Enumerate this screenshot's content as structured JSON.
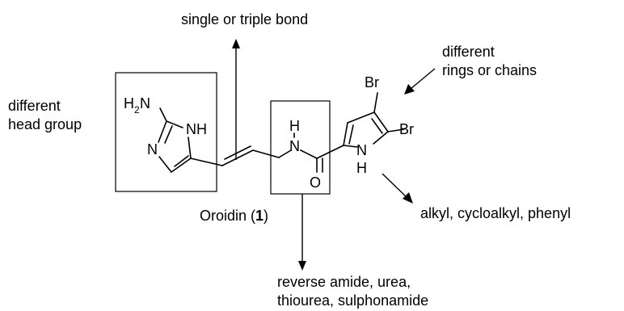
{
  "labels": {
    "bond_modification": "single or triple bond",
    "ring_modification_line1": "different",
    "ring_modification_line2": "rings or chains",
    "head_group_line1": "different",
    "head_group_line2": "head group",
    "n_substituent": "alkyl, cycloalkyl, phenyl",
    "linker_line1": "reverse amide, urea,",
    "linker_line2": "thiourea, sulphonamide",
    "compound_name": "Oroidin (",
    "compound_number": "1",
    "compound_close": ")"
  },
  "atoms": {
    "h2n_h": "H",
    "h2n_sub": "2",
    "h2n_n": "N",
    "imidazole_nh": "NH",
    "imidazole_n": "N",
    "amide_h": "H",
    "amide_n": "N",
    "amide_o": "O",
    "bromine_upper": "Br",
    "bromine_right": "Br",
    "pyrrole_n": "N",
    "pyrrole_h": "H"
  }
}
